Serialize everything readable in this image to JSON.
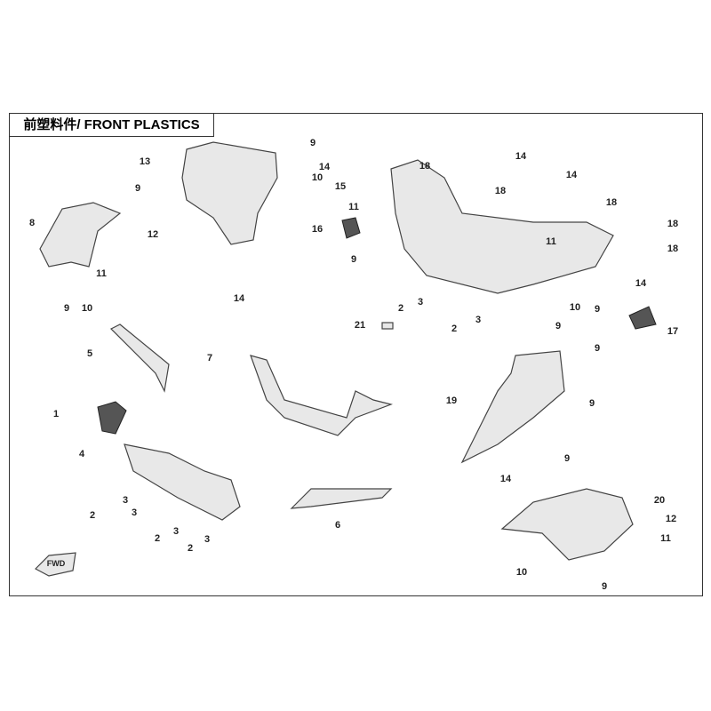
{
  "title": "前塑料件/ FRONT PLASTICS",
  "fwd_logo": "FWD",
  "callouts": [
    "9",
    "13",
    "9",
    "8",
    "12",
    "11",
    "9",
    "10",
    "14",
    "14",
    "10",
    "15",
    "18",
    "14",
    "14",
    "18",
    "11",
    "16",
    "18",
    "18",
    "18",
    "11",
    "9",
    "14",
    "2",
    "3",
    "10",
    "9",
    "9",
    "2",
    "3",
    "21",
    "17",
    "5",
    "7",
    "9",
    "19",
    "9",
    "1",
    "9",
    "4",
    "14",
    "3",
    "2",
    "3",
    "20",
    "12",
    "6",
    "2",
    "3",
    "3",
    "2",
    "11",
    "10",
    "9"
  ]
}
